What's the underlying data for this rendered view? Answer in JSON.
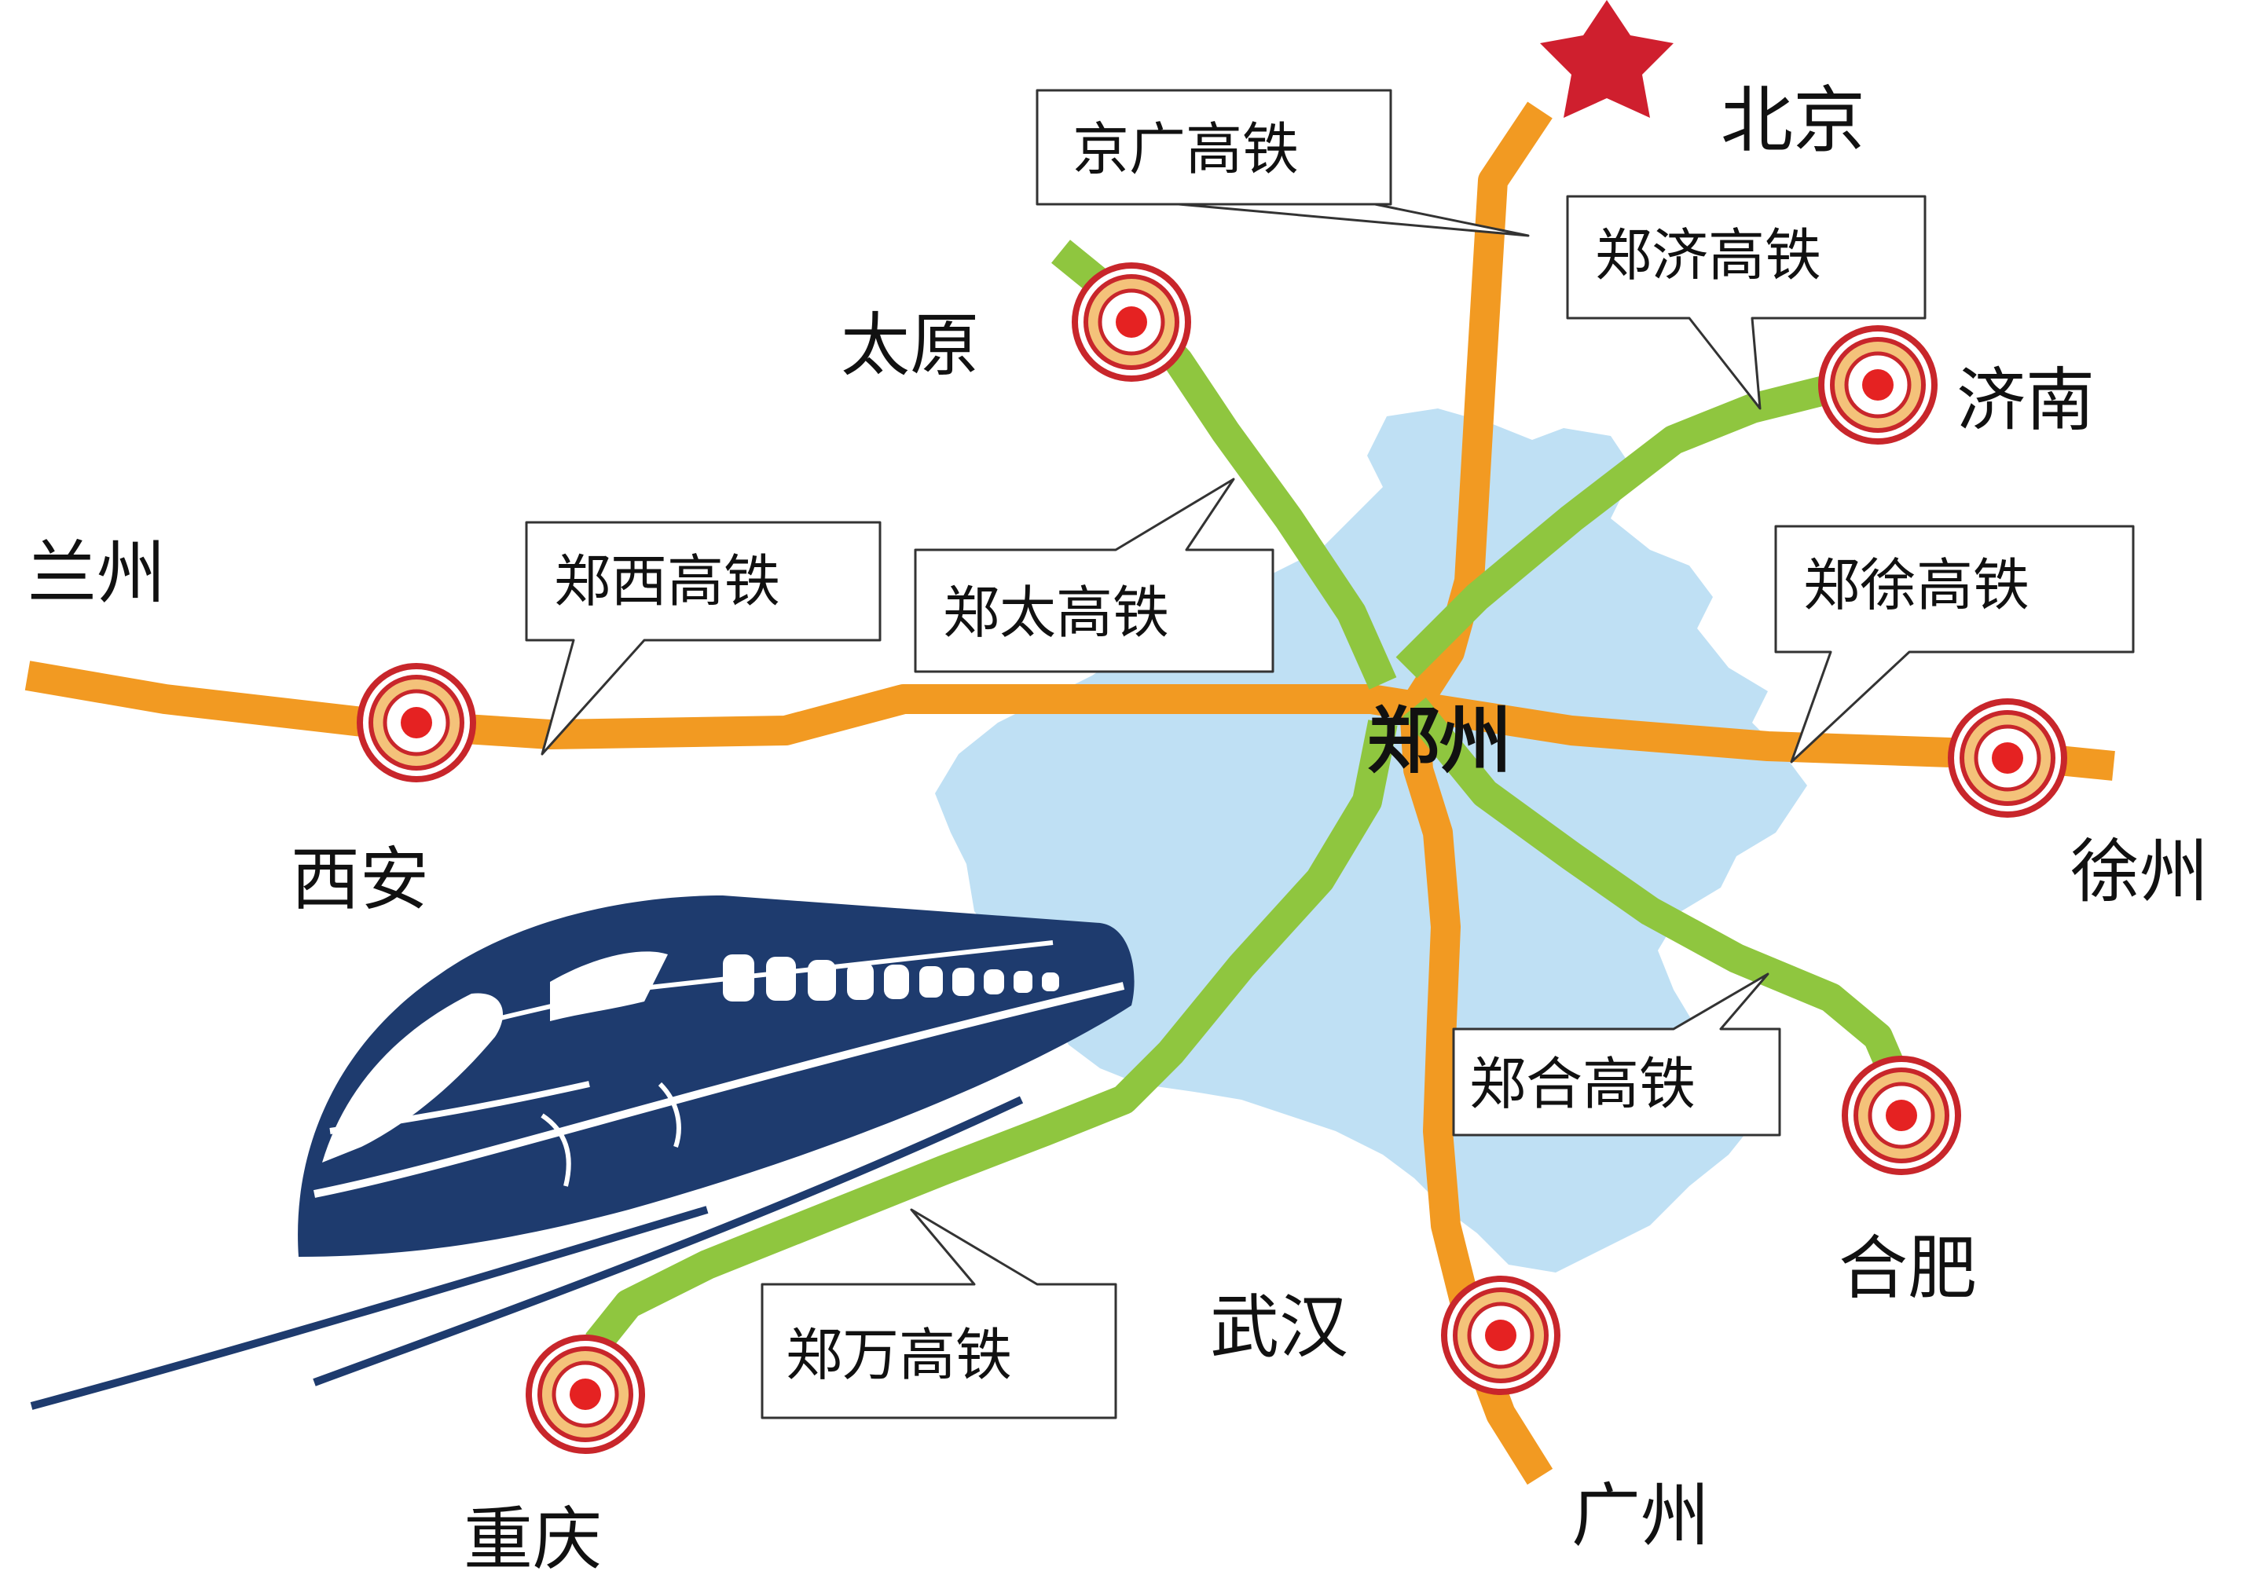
{
  "colors": {
    "province_fill": "#bfe0f4",
    "jingguang_line": "#f29a22",
    "east_west_line": "#f29a22",
    "green_line": "#8fc63f",
    "station_ring": "#c8262b",
    "station_dot": "#e52222",
    "capital_star": "#cf1f2e",
    "train_body": "#1e3b6e"
  },
  "icons": {
    "capital": "star-icon",
    "station": "station-target-icon",
    "train": "high-speed-train-icon"
  },
  "cities": {
    "beijing": "北京",
    "taiyuan": "太原",
    "jinan": "济南",
    "lanzhou": "兰州",
    "xian": "西安",
    "zhengzhou": "郑州",
    "xuzhou": "徐州",
    "hefei": "合肥",
    "wuhan": "武汉",
    "chongqing": "重庆",
    "guangzhou": "广州"
  },
  "lines": {
    "jingguang": "京广高铁",
    "zhengji": "郑济高铁",
    "zhengxi": "郑西高铁",
    "zhengtai": "郑太高铁",
    "zhengxu": "郑徐高铁",
    "zhenghe": "郑合高铁",
    "zhengwan": "郑万高铁"
  }
}
